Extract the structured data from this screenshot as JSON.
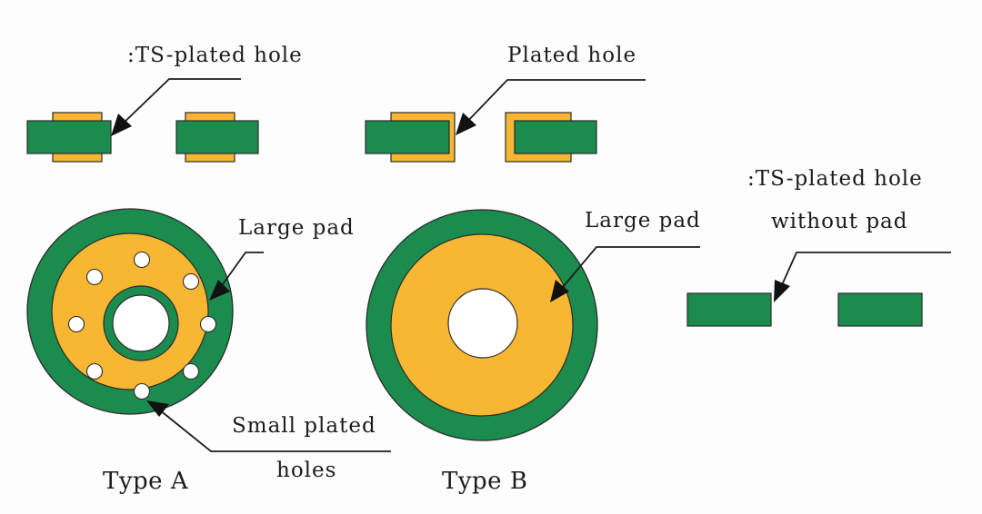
{
  "labels": {
    "ts_plated_hole_top": ":TS-plated hole",
    "plated_hole": "Plated hole",
    "large_pad_a": "Large pad",
    "large_pad_b": "Large pad",
    "ts_plated_hole_no_pad_line1": ":TS-plated hole",
    "ts_plated_hole_no_pad_line2": "without pad",
    "small_plated_line1": "Small plated",
    "small_plated_line2": "holes",
    "type_a": "Type A",
    "type_b": "Type B"
  },
  "colors": {
    "board_green": "#1c8c4e",
    "pad_yellow": "#f7b733",
    "outline": "#2a2a2a",
    "background": "#fdfdfd",
    "text": "#1c1c1c"
  }
}
